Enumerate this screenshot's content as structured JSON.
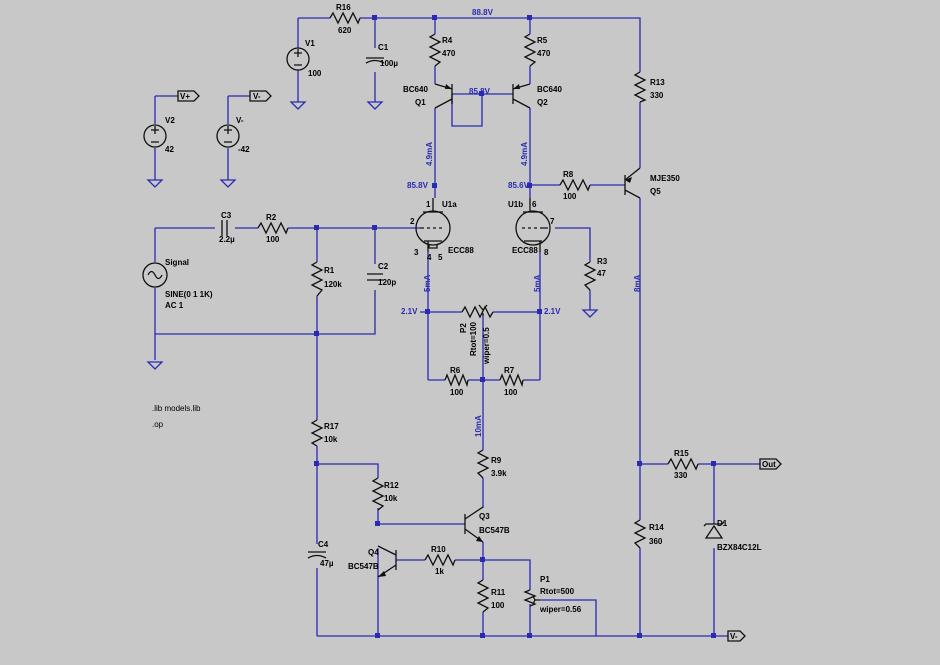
{
  "top_net": "88.8V",
  "directives": [
    ".lib models.lib",
    ".op"
  ],
  "flags": {
    "vplus": "V+",
    "vminus": "V-",
    "out": "Out"
  },
  "R16": {
    "name": "R16",
    "value": "620"
  },
  "V1": {
    "name": "V1",
    "value": "100"
  },
  "C1": {
    "name": "C1",
    "value": "100µ"
  },
  "R4": {
    "name": "R4",
    "value": "470"
  },
  "R5": {
    "name": "R5",
    "value": "470"
  },
  "Q1": {
    "name": "Q1",
    "model": "BC640"
  },
  "Q2": {
    "name": "Q2",
    "model": "BC640"
  },
  "V2": {
    "name": "V2",
    "value": "42"
  },
  "Vm": {
    "name": "V-",
    "value": "-42"
  },
  "R13": {
    "name": "R13",
    "value": "330"
  },
  "Q5": {
    "name": "Q5",
    "model": "MJE350"
  },
  "R8": {
    "name": "R8",
    "value": "100"
  },
  "C3": {
    "name": "C3",
    "value": "2.2µ"
  },
  "R2": {
    "name": "R2",
    "value": "100"
  },
  "U1a": {
    "name": "U1a",
    "model": "ECC88",
    "pins": [
      "1",
      "2",
      "3",
      "4",
      "5"
    ]
  },
  "U1b": {
    "name": "U1b",
    "model": "ECC88",
    "pins": [
      "6",
      "7",
      "8"
    ]
  },
  "Signal": {
    "name": "Signal",
    "value": "SINE(0 1 1K)",
    "ac": "AC 1"
  },
  "R1": {
    "name": "R1",
    "value": "120k"
  },
  "C2": {
    "name": "C2",
    "value": "120p"
  },
  "R3": {
    "name": "R3",
    "value": "47"
  },
  "P2": {
    "name": "P2",
    "rtot": "Rtot=100",
    "wiper": "wiper=0.5"
  },
  "R6": {
    "name": "R6",
    "value": "100"
  },
  "R7": {
    "name": "R7",
    "value": "100"
  },
  "R17": {
    "name": "R17",
    "value": "10k"
  },
  "R9": {
    "name": "R9",
    "value": "3.9k"
  },
  "R12": {
    "name": "R12",
    "value": "10k"
  },
  "Q3": {
    "name": "Q3",
    "model": "BC547B"
  },
  "Q4": {
    "name": "Q4",
    "model": "BC547B"
  },
  "C4": {
    "name": "C4",
    "value": "47µ"
  },
  "R10": {
    "name": "R10",
    "value": "1k"
  },
  "R11": {
    "name": "R11",
    "value": "100"
  },
  "P1": {
    "name": "P1",
    "rtot": "Rtot=500",
    "wiper": "wiper=0.56"
  },
  "R15": {
    "name": "R15",
    "value": "330"
  },
  "R14": {
    "name": "R14",
    "value": "360"
  },
  "D1": {
    "name": "D1",
    "model": "BZX84C12L"
  },
  "op_labels": {
    "v_q_base": "85.8V",
    "i_q1": "4.9mA",
    "i_q2": "4.9mA",
    "v_plate_a": "85.8V",
    "v_plate_b": "85.6V",
    "i_tube_a": "5mA",
    "i_tube_b": "5mA",
    "v_cath_a": "2.1V",
    "v_cath_b": "2.1V",
    "i_q5": "8mA",
    "i_tail": "10mA"
  }
}
